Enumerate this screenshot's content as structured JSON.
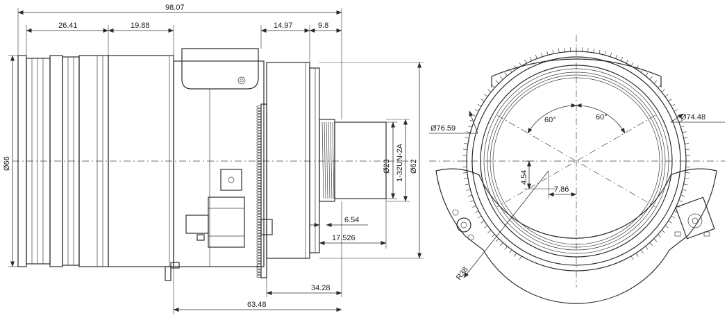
{
  "side_view": {
    "dims": {
      "overall_length": "98.07",
      "front_barrel": "26.41",
      "mid_barrel": "19.88",
      "rear_section": "14.97",
      "mount_length": "9.8",
      "front_diameter": "Ø66",
      "rear_diameter": "Ø62",
      "mount_diameter": "Ø23",
      "mount_thread": "1-32UN-2A",
      "flange_offset": "6.54",
      "back_focus": "17.526",
      "gear_to_flange": "34.28",
      "body_to_flange": "63.48"
    }
  },
  "front_view": {
    "dims": {
      "angle_left": "60°",
      "angle_right": "60°",
      "gear_diameter_left": "Ø76.59",
      "gear_diameter_right": "Ø74.48",
      "offset_vertical": "4.54",
      "offset_horizontal": "7.86",
      "radius": "R38"
    }
  }
}
